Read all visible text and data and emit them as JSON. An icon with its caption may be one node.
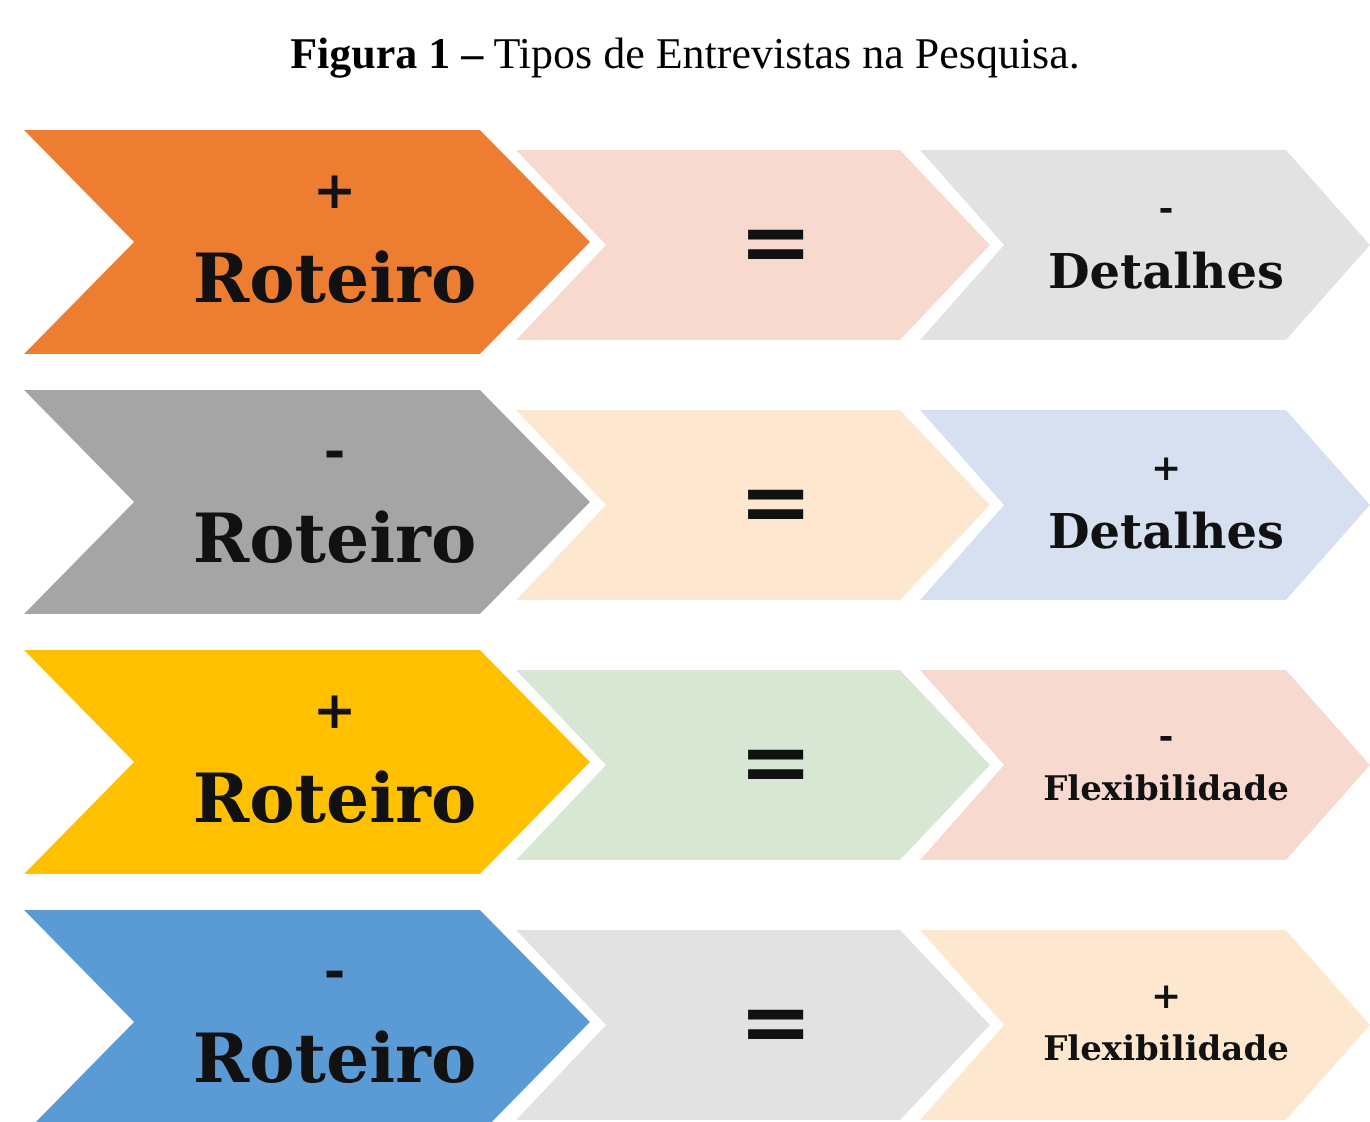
{
  "diagram": {
    "title": "**Figura 1 –** Tipos de Entrevistas na Pesquisa.",
    "nodes": [
      {
        "text": [
          "+",
          "Roteiro"
        ]
      },
      {
        "text": [
          "="
        ]
      },
      {
        "text": [
          "-",
          "Detalhes"
        ]
      },
      {
        "text": [
          "-",
          "Roteiro"
        ]
      },
      {
        "text": [
          "="
        ]
      },
      {
        "text": [
          "+",
          "Detalhes"
        ]
      },
      {
        "text": [
          "+",
          "Roteiro"
        ]
      },
      {
        "text": [
          "="
        ]
      },
      {
        "text": [
          "-",
          "Flexibilidade"
        ]
      },
      {
        "text": [
          "-",
          "Roteiro"
        ]
      },
      {
        "text": [
          "="
        ]
      },
      {
        "text": [
          "+",
          "Flexibilidade"
        ]
      }
    ]
  }
}
